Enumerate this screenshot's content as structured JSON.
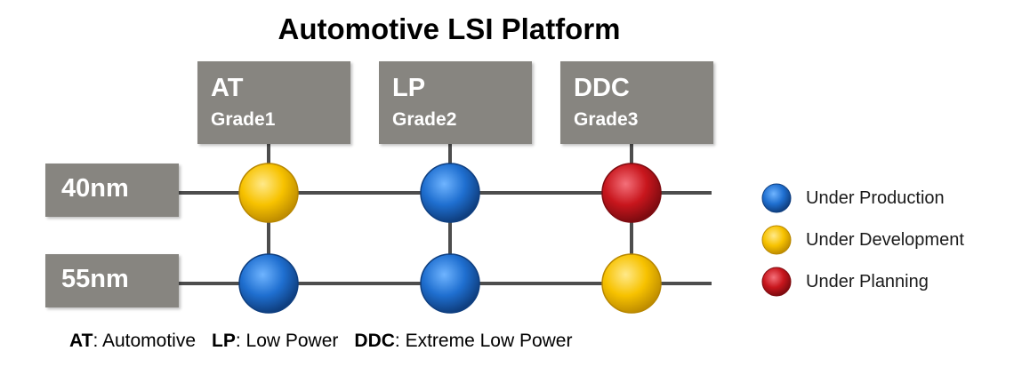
{
  "title": "Automotive LSI Platform",
  "columns": [
    {
      "name": "AT",
      "grade": "Grade1"
    },
    {
      "name": "LP",
      "grade": "Grade2"
    },
    {
      "name": "DDC",
      "grade": "Grade3"
    }
  ],
  "rows": [
    {
      "label": "40nm",
      "statuses": [
        "development",
        "production",
        "planning"
      ]
    },
    {
      "label": "55nm",
      "statuses": [
        "production",
        "production",
        "development"
      ]
    }
  ],
  "legend": [
    {
      "status": "production",
      "label": "Under Production"
    },
    {
      "status": "development",
      "label": "Under Development"
    },
    {
      "status": "planning",
      "label": "Under Planning"
    }
  ],
  "colors": {
    "production": "#1f6fd0",
    "development": "#f7c200",
    "planning": "#c8161d",
    "box": "#878580",
    "line": "#4d4d4d"
  },
  "footer": [
    {
      "abbr": "AT",
      "desc": ": Automotive"
    },
    {
      "abbr": "LP",
      "desc": ": Low Power"
    },
    {
      "abbr": "DDC",
      "desc": ": Extreme Low Power"
    }
  ]
}
